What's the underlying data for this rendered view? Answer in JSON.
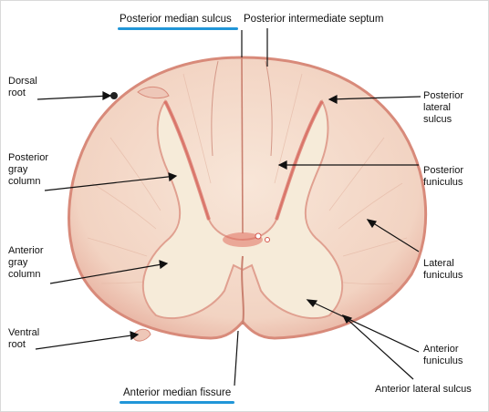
{
  "colors": {
    "tissue": "#f4dccd",
    "gray_matter": "#f6ebd9",
    "edge": "#d88a7a",
    "vessel": "#d4574e",
    "highlight": "#2196d8",
    "arrow": "#111111"
  },
  "labels": {
    "posterior_median_sulcus": "Posterior median sulcus",
    "posterior_intermediate_septum": "Posterior intermediate septum",
    "dorsal_root": [
      "Dorsal",
      "root"
    ],
    "posterior_lateral_sulcus": [
      "Posterior",
      "lateral",
      "sulcus"
    ],
    "posterior_gray_column": [
      "Posterior",
      "gray",
      "column"
    ],
    "posterior_funiculus": [
      "Posterior",
      "funiculus"
    ],
    "lateral_funiculus": [
      "Lateral",
      "funiculus"
    ],
    "anterior_gray_column": [
      "Anterior",
      "gray",
      "column"
    ],
    "ventral_root": [
      "Ventral",
      "root"
    ],
    "anterior_funiculus": [
      "Anterior",
      "funiculus"
    ],
    "anterior_lateral_sulcus": "Anterior lateral sulcus",
    "anterior_median_fissure": "Anterior median fissure"
  }
}
